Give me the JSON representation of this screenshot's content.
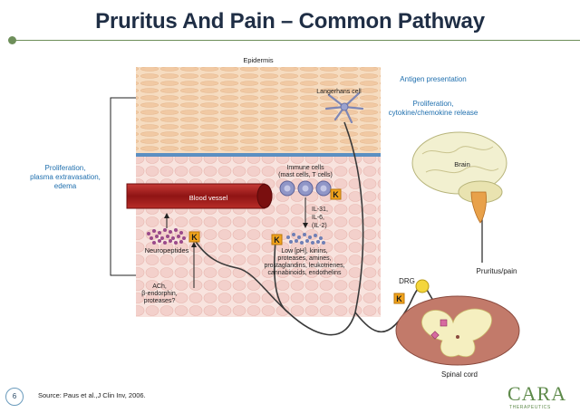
{
  "title": "Pruritus And Pain – Common Pathway",
  "labels": {
    "epidermis": "Epidermis",
    "antigen": "Antigen presentation",
    "prolif_cyto_1": "Proliferation,",
    "prolif_cyto_2": "cytokine/chemokine release",
    "langerhans": "Langerhans cell",
    "immune_1": "Immune cells",
    "immune_2": "(mast cells, T cells)",
    "blood_vessel": "Blood vessel",
    "prolif_left_1": "Proliferation,",
    "prolif_left_2": "plasma extravasation,",
    "prolif_left_3": "edema",
    "interleukins_1": "IL-31,",
    "interleukins_2": "IL-6,",
    "interleukins_3": "(IL-2)",
    "neuropeptides": "Neuropeptides",
    "mediators_1": "Low [pH], kinins,",
    "mediators_2": "proteases, amines,",
    "mediators_3": "prostaglandins, leukotrienes,",
    "mediators_4": "cannabinoids, endothelins",
    "ach_1": "ACh,",
    "ach_2": "β-endorphin,",
    "ach_3": "proteases?",
    "brain": "Brain",
    "pruritus_pain": "Pruritus/pain",
    "drg": "DRG",
    "spinal_cord": "Spinal cord",
    "k_badge": "K"
  },
  "footer": {
    "page_number": "6",
    "source": "Source: Paus et al.,J Clin Inv, 2006.",
    "logo_text": "CARA",
    "logo_sub": "THERAPEUTICS"
  },
  "colors": {
    "title": "#1f2e45",
    "accent_blue": "#1f6fae",
    "logo_green": "#5e8a4a",
    "vessel_red": "#a31f1f",
    "k_badge": "#f2a41c"
  }
}
